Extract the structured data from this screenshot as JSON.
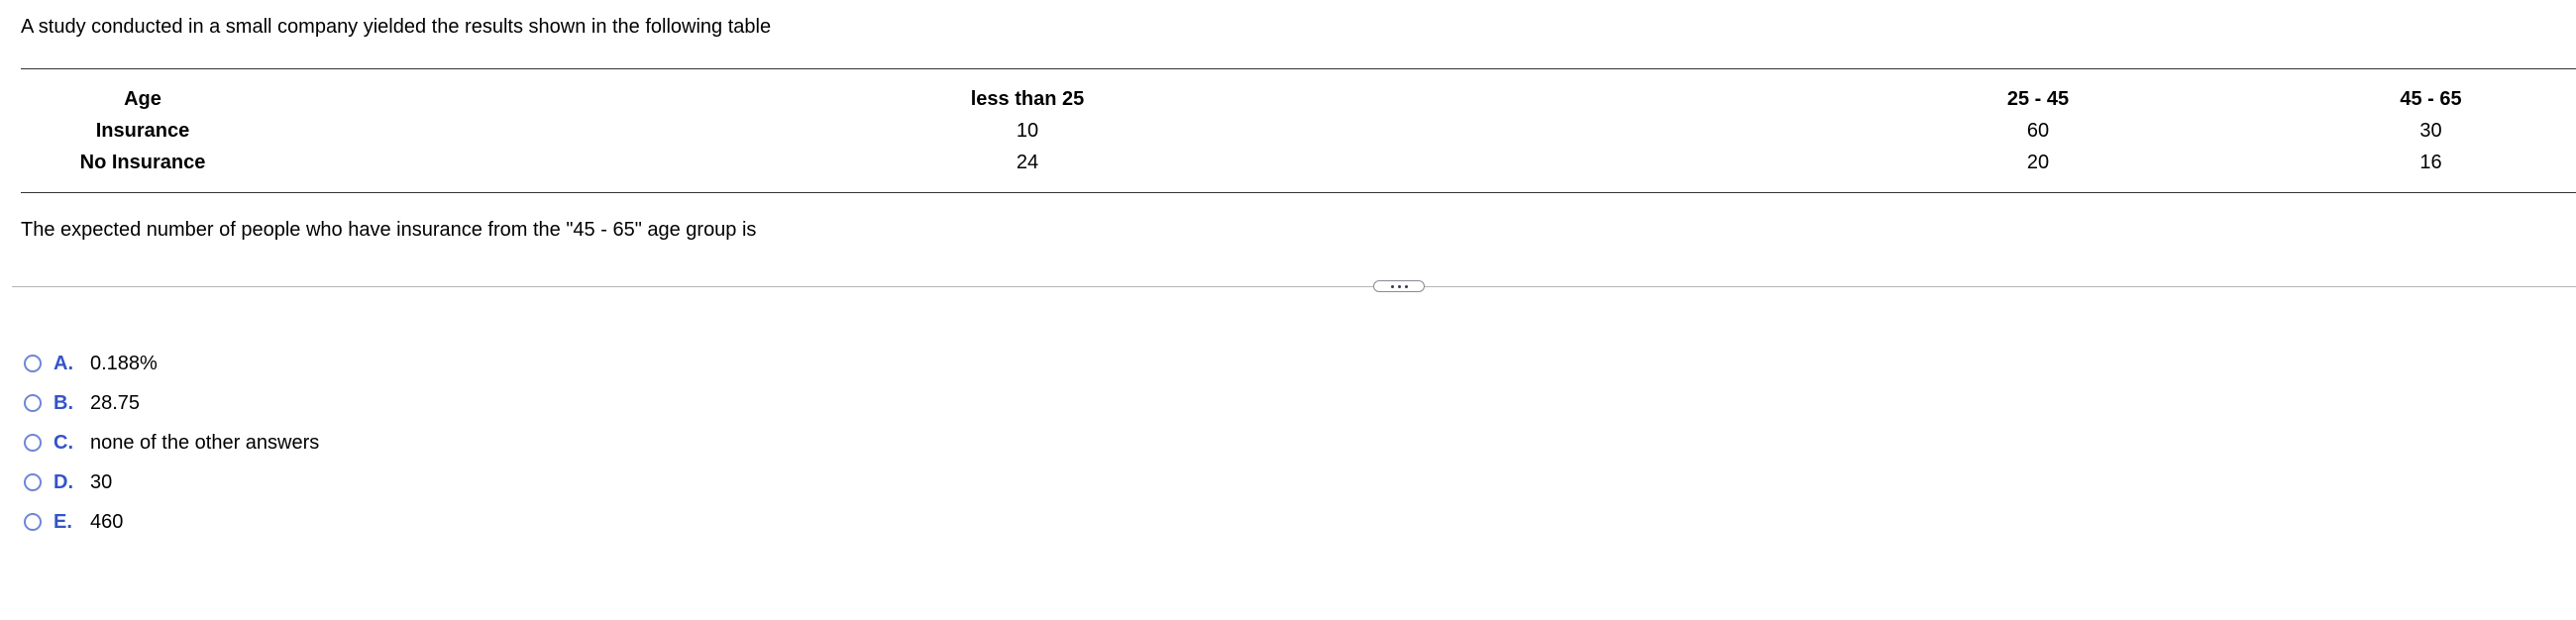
{
  "intro": "A study conducted in a small company yielded the results shown in the following table",
  "table": {
    "headers": [
      "Age",
      "less than 25",
      "25 - 45",
      "45 - 65"
    ],
    "rows": [
      {
        "label": "Insurance",
        "values": [
          "10",
          "60",
          "30"
        ]
      },
      {
        "label": "No Insurance",
        "values": [
          "24",
          "20",
          "16"
        ]
      }
    ]
  },
  "question": "The expected number of people who have insurance from the \"45 - 65\" age group is",
  "options": [
    {
      "letter": "A.",
      "text": "0.188%"
    },
    {
      "letter": "B.",
      "text": "28.75"
    },
    {
      "letter": "C.",
      "text": "none of the other answers"
    },
    {
      "letter": "D.",
      "text": "30"
    },
    {
      "letter": "E.",
      "text": "460"
    }
  ],
  "colors": {
    "option_letter": "#3454c8",
    "radio_border": "#6d86d8",
    "divider": "#b5b5b5"
  }
}
